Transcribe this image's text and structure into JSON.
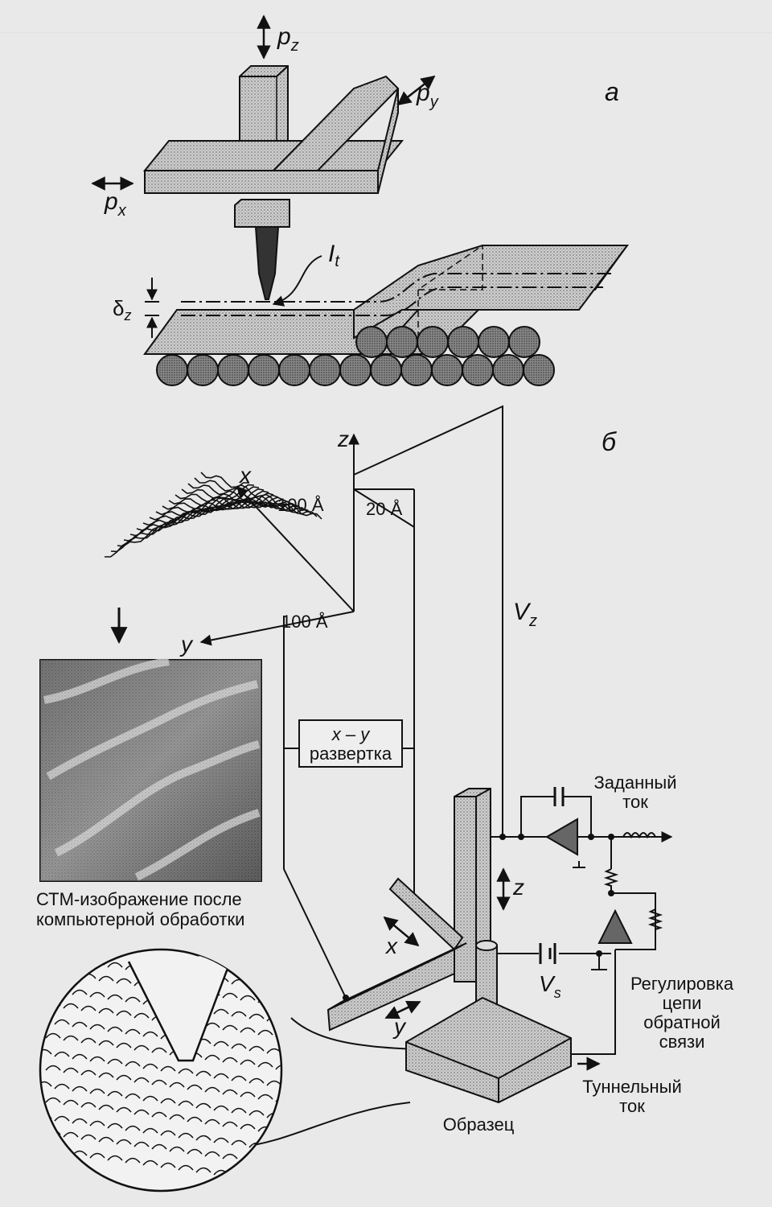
{
  "panel_a": {
    "label": "а",
    "px": "p",
    "px_sub": "x",
    "py": "p",
    "py_sub": "y",
    "pz": "p",
    "pz_sub": "z",
    "current": "I",
    "current_sub": "t",
    "delta": "δ",
    "delta_sub": "z"
  },
  "panel_b": {
    "label": "б",
    "axis_x": "x",
    "axis_y": "y",
    "axis_z": "z",
    "scale_x": "100 Å",
    "scale_y": "100 Å",
    "scale_z": "20 Å",
    "vz": "V",
    "vz_sub": "z",
    "vs": "V",
    "vs_sub": "s",
    "scan_box_line1": "x – y",
    "scan_box_line2": "развертка",
    "stm_caption_line1": "СТМ-изображение после",
    "stm_caption_line2": "компьютерной обработки",
    "set_current_line1": "Заданный",
    "set_current_line2": "ток",
    "feedback_line1": "Регулировка",
    "feedback_line2": "цепи",
    "feedback_line3": "обратной",
    "feedback_line4": "связи",
    "tunnel_line1": "Туннельный",
    "tunnel_line2": "ток",
    "sample": "Образец",
    "scanner_x": "x",
    "scanner_y": "y",
    "scanner_z": "z"
  },
  "colors": {
    "ink": "#111111",
    "page": "#e9e9e9",
    "fill_gray": "#b8b8b8",
    "fill_dark": "#555555"
  }
}
